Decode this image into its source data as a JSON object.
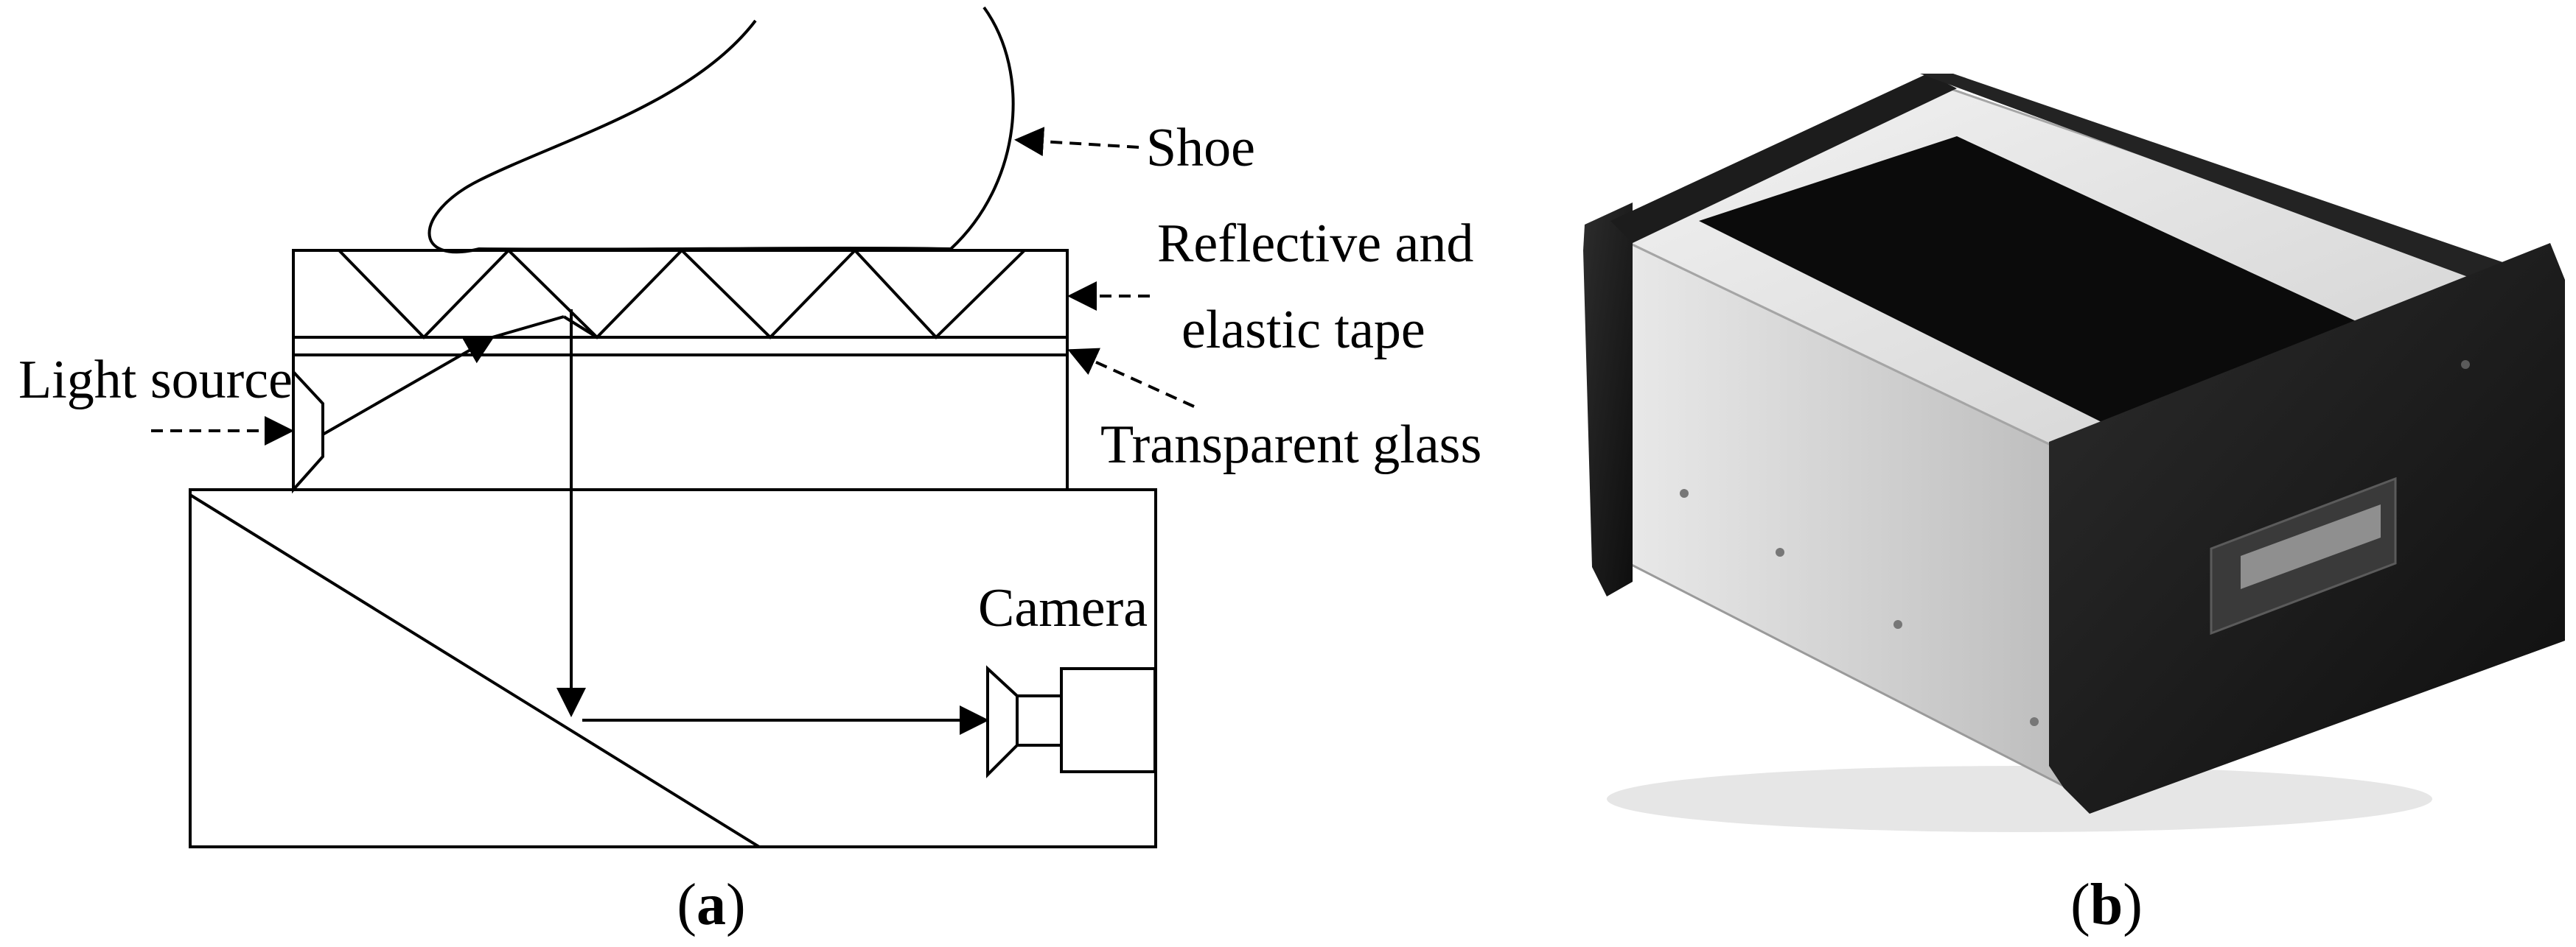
{
  "panel_a": {
    "labels": {
      "shoe": "Shoe",
      "tape_line1": "Reflective and",
      "tape_line2": "elastic tape",
      "light_source": "Light source",
      "glass": "Transparent glass",
      "camera": "Camera"
    },
    "caption": {
      "open": "(",
      "letter": "a",
      "close": ")"
    }
  },
  "panel_b": {
    "caption": {
      "open": "(",
      "letter": "b",
      "close": ")"
    }
  },
  "colors": {
    "ink": "#000000",
    "device_body": "#d6d6d6",
    "device_frame": "#1b1b1b",
    "device_window": "#0b0b0b"
  }
}
